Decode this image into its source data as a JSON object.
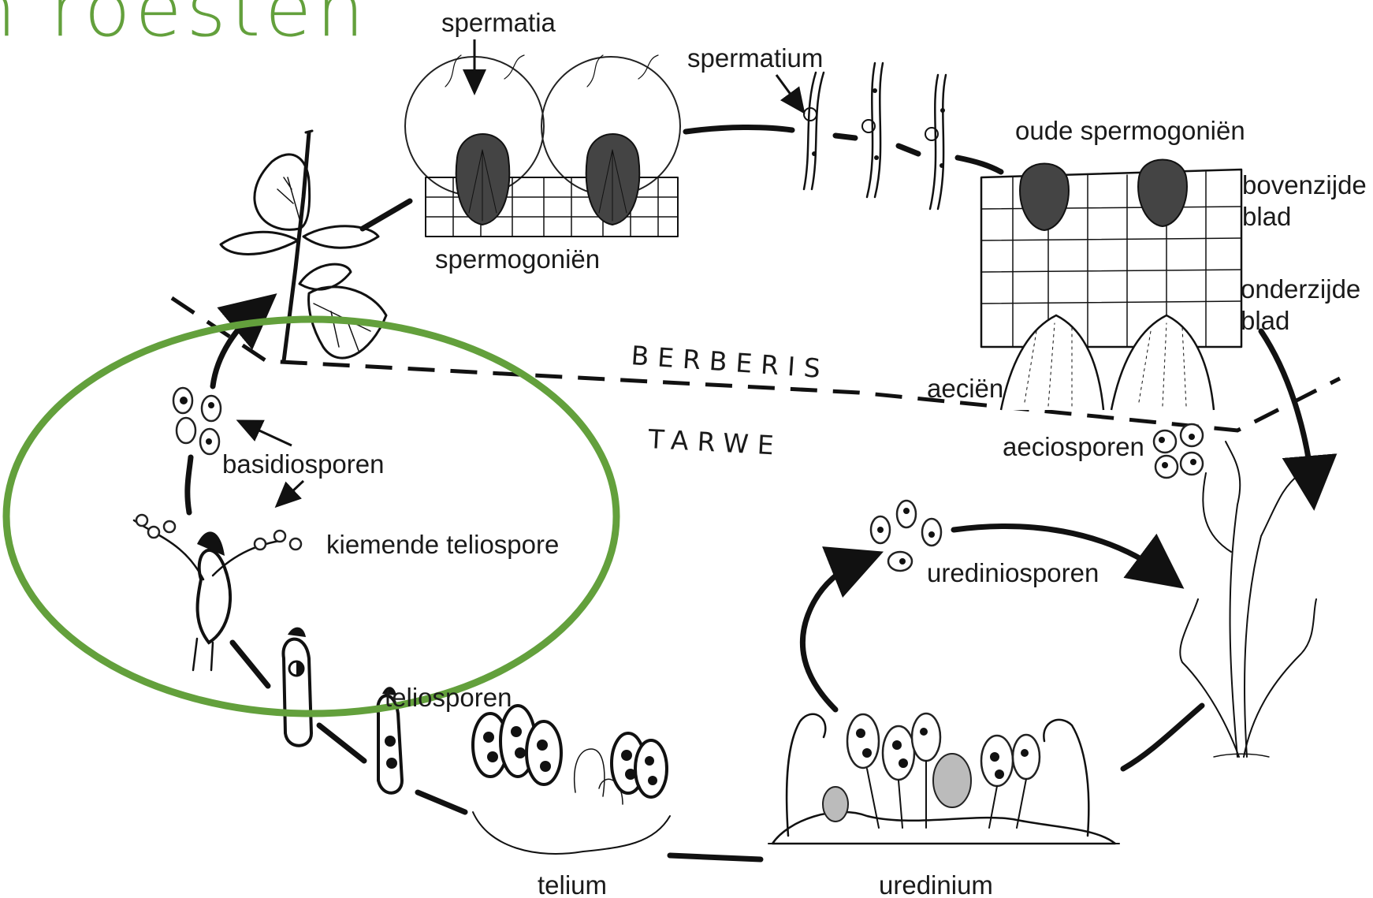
{
  "slide": {
    "title_fragment": "n roesten",
    "accent_color": "#63a03c"
  },
  "hosts": {
    "upper": "BERBERIS",
    "lower": "TARWE"
  },
  "labels": {
    "spermatia": "spermatia",
    "spermatium": "spermatium",
    "spermogonien": "spermogoniën",
    "oude_spermogonien": "oude spermogoniën",
    "bovenzijde_line1": "bovenzijde",
    "bovenzijde_line2": "blad",
    "onderzijde_line1": "onderzijde",
    "onderzijde_line2": "blad",
    "aecien": "aeciën",
    "aeciosporen": "aeciosporen",
    "urediniosporen": "urediniosporen",
    "uredinium": "uredinium",
    "telium": "telium",
    "teliosporen": "teliosporen",
    "kiemende_teliospore": "kiemende teliospore",
    "basidiosporen": "basidiosporen"
  }
}
